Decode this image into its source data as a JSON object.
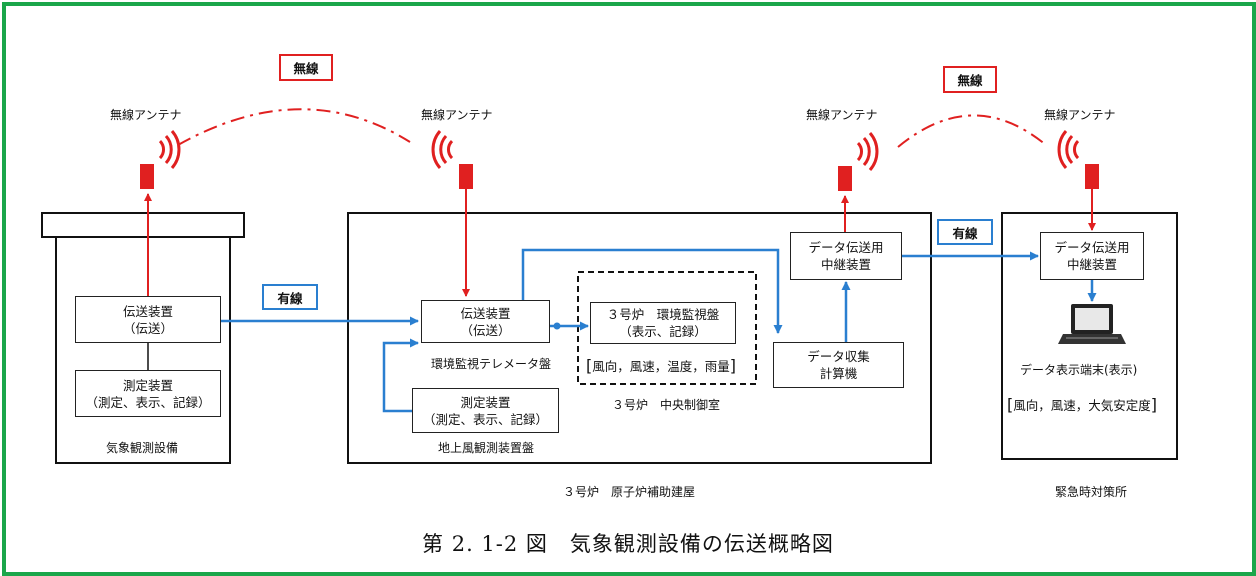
{
  "wireless_tags": [
    "無線",
    "無線"
  ],
  "wired_tags": [
    "有線",
    "有線"
  ],
  "antenna_label": "無線アンテナ",
  "weather_station": {
    "transmitter": [
      "伝送装置",
      "（伝送）"
    ],
    "measurement": [
      "測定装置",
      "（測定、表示、記録）"
    ],
    "label": "気象観測設備"
  },
  "building": {
    "transmitter": [
      "伝送装置",
      "（伝送）"
    ],
    "telemeter_label": "環境監視テレメータ盤",
    "measurement": [
      "測定装置",
      "（測定、表示、記録）"
    ],
    "ground_panel_label": "地上風観測装置盤",
    "monitor_panel": [
      "３号炉　環境監視盤",
      "（表示、記録）"
    ],
    "monitor_items": "風向，風速，温度，雨量",
    "control_room_label": "３号炉　中央制御室",
    "relay": [
      "データ伝送用",
      "中継装置"
    ],
    "collector": [
      "データ収集",
      "計算機"
    ],
    "label": "３号炉　原子炉補助建屋"
  },
  "emergency": {
    "relay": [
      "データ伝送用",
      "中継装置"
    ],
    "terminal_label": "データ表示端末(表示)",
    "terminal_items": "風向，風速，大気安定度",
    "label": "緊急時対策所"
  },
  "caption": "第 2. 1-2 図　気象観測設備の伝送概略図",
  "colors": {
    "frame": "#1aa64a",
    "wireless": "#e02020",
    "wired": "#2a7fd0"
  }
}
